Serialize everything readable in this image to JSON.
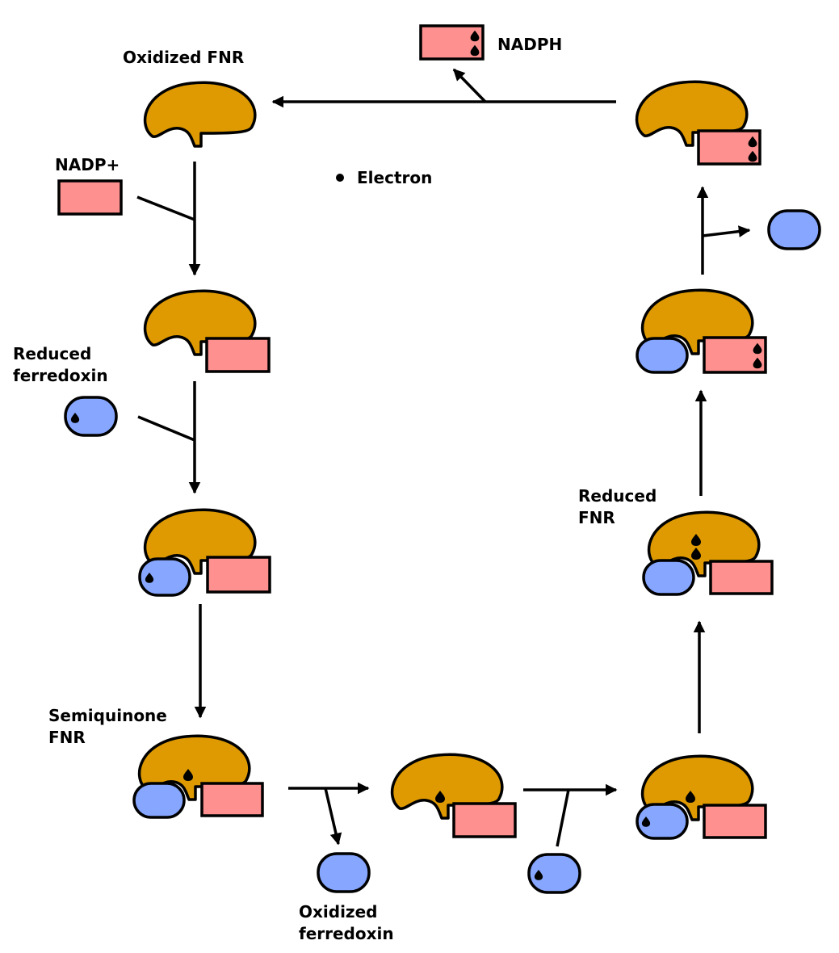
{
  "colors": {
    "fnr": "#DE9A00",
    "nadp": "#FF9090",
    "ferredoxin": "#86A6FF",
    "outline": "#000000",
    "electron": "#000000",
    "background": "#FFFFFF"
  },
  "labels": {
    "oxidized_fnr": "Oxidized FNR",
    "nadph": "NADPH",
    "nadp_plus": "NADP+",
    "electron_legend": "Electron",
    "reduced_ferredoxin": [
      "Reduced",
      "ferredoxin"
    ],
    "semiquinone_fnr": [
      "Semiquinone",
      "FNR"
    ],
    "oxidized_ferredoxin": [
      "Oxidized",
      "ferredoxin"
    ],
    "reduced_fnr": [
      "Reduced",
      "FNR"
    ]
  },
  "states": [
    {
      "id": "s1",
      "name": "Oxidized FNR",
      "fnr_electrons": 0,
      "nadp_bound": false,
      "nadp_electrons": 0,
      "ferredoxin_bound": false,
      "ferredoxin_electrons": 0
    },
    {
      "id": "s2",
      "name": "FNR + NADP+",
      "fnr_electrons": 0,
      "nadp_bound": true,
      "nadp_electrons": 0,
      "ferredoxin_bound": false,
      "ferredoxin_electrons": 0
    },
    {
      "id": "s3",
      "name": "FNR + NADP+ + reduced ferredoxin",
      "fnr_electrons": 0,
      "nadp_bound": true,
      "nadp_electrons": 0,
      "ferredoxin_bound": true,
      "ferredoxin_electrons": 1
    },
    {
      "id": "s4",
      "name": "Semiquinone FNR",
      "fnr_electrons": 1,
      "nadp_bound": true,
      "nadp_electrons": 0,
      "ferredoxin_bound": true,
      "ferredoxin_electrons": 0
    },
    {
      "id": "s5",
      "name": "Semiquinone FNR + NADP+",
      "fnr_electrons": 1,
      "nadp_bound": true,
      "nadp_electrons": 0,
      "ferredoxin_bound": false,
      "ferredoxin_electrons": 0
    },
    {
      "id": "s6",
      "name": "Semiquinone FNR + reduced ferredoxin",
      "fnr_electrons": 1,
      "nadp_bound": true,
      "nadp_electrons": 0,
      "ferredoxin_bound": true,
      "ferredoxin_electrons": 1
    },
    {
      "id": "s7",
      "name": "Reduced FNR",
      "fnr_electrons": 2,
      "nadp_bound": true,
      "nadp_electrons": 0,
      "ferredoxin_bound": true,
      "ferredoxin_electrons": 0
    },
    {
      "id": "s8",
      "name": "FNR + NADPH + ferredoxin",
      "fnr_electrons": 0,
      "nadp_bound": true,
      "nadp_electrons": 2,
      "ferredoxin_bound": true,
      "ferredoxin_electrons": 0
    },
    {
      "id": "s9",
      "name": "FNR + NADPH",
      "fnr_electrons": 0,
      "nadp_bound": true,
      "nadp_electrons": 2,
      "ferredoxin_bound": false,
      "ferredoxin_electrons": 0
    }
  ],
  "transitions": [
    {
      "from": "s1",
      "to": "s2",
      "input": "NADP+"
    },
    {
      "from": "s2",
      "to": "s3",
      "input": "Reduced ferredoxin"
    },
    {
      "from": "s3",
      "to": "s4"
    },
    {
      "from": "s4",
      "to": "s5",
      "output": "Oxidized ferredoxin"
    },
    {
      "from": "s5",
      "to": "s6",
      "input": "Reduced ferredoxin"
    },
    {
      "from": "s6",
      "to": "s7"
    },
    {
      "from": "s7",
      "to": "s8"
    },
    {
      "from": "s8",
      "to": "s9",
      "output": "Oxidized ferredoxin"
    },
    {
      "from": "s9",
      "to": "s1",
      "output": "NADPH"
    }
  ]
}
